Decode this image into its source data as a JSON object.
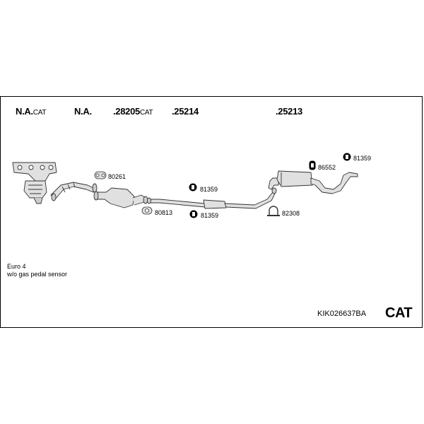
{
  "header": {
    "label1_main": "N.A.",
    "label1_suffix": "CAT",
    "label2": "N.A.",
    "label3_main": ".28205",
    "label3_suffix": "CAT",
    "label4": ".25214",
    "label5": ".25213"
  },
  "parts": {
    "gasket_1": "80261",
    "gasket_2": "80813",
    "hanger_1": "81359",
    "hanger_2": "81359",
    "hanger_3": "81359",
    "hanger_4": "86552",
    "clamp": "82308"
  },
  "notes": {
    "line1": "Euro 4",
    "line2": "w/o gas pedal sensor"
  },
  "footer": {
    "kit_code": "KIK026637BA",
    "type_label": "CAT"
  }
}
